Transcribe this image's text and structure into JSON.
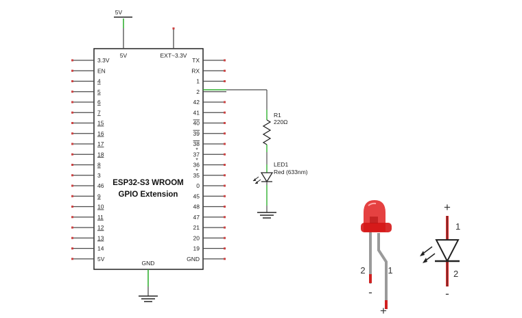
{
  "module": {
    "title_line1": "ESP32-S3 WROOM",
    "title_line2": "GPIO Extension",
    "top_pins": [
      "5V",
      "EXT~3.3V"
    ],
    "bottom_pin": "GND",
    "left_pins": [
      {
        "label": "3.3V",
        "underline": false
      },
      {
        "label": "EN",
        "underline": false
      },
      {
        "label": "4",
        "underline": true
      },
      {
        "label": "5",
        "underline": true
      },
      {
        "label": "6",
        "underline": true
      },
      {
        "label": "7",
        "underline": true
      },
      {
        "label": "15",
        "underline": true
      },
      {
        "label": "16",
        "underline": true
      },
      {
        "label": "17",
        "underline": true
      },
      {
        "label": "18",
        "underline": true
      },
      {
        "label": "8",
        "underline": true
      },
      {
        "label": "3",
        "underline": false
      },
      {
        "label": "46",
        "underline": false
      },
      {
        "label": "9",
        "underline": true
      },
      {
        "label": "10",
        "underline": true
      },
      {
        "label": "11",
        "underline": true
      },
      {
        "label": "12",
        "underline": true
      },
      {
        "label": "13",
        "underline": true
      },
      {
        "label": "14",
        "underline": false
      },
      {
        "label": "5V",
        "underline": false
      }
    ],
    "right_pins": [
      {
        "label": "TX",
        "mark": ""
      },
      {
        "label": "RX",
        "mark": ""
      },
      {
        "label": "1",
        "mark": ""
      },
      {
        "label": "2",
        "mark": ""
      },
      {
        "label": "42",
        "mark": ""
      },
      {
        "label": "41",
        "mark": ""
      },
      {
        "label": "40",
        "mark": "over"
      },
      {
        "label": "39",
        "mark": "over"
      },
      {
        "label": "38",
        "mark": "over"
      },
      {
        "label": "37",
        "mark": "star"
      },
      {
        "label": "36",
        "mark": "star"
      },
      {
        "label": "35",
        "mark": "star"
      },
      {
        "label": "0",
        "mark": ""
      },
      {
        "label": "45",
        "mark": ""
      },
      {
        "label": "48",
        "mark": ""
      },
      {
        "label": "47",
        "mark": ""
      },
      {
        "label": "21",
        "mark": ""
      },
      {
        "label": "20",
        "mark": ""
      },
      {
        "label": "19",
        "mark": ""
      },
      {
        "label": "GND",
        "mark": ""
      }
    ]
  },
  "power": {
    "supply_label": "5V"
  },
  "resistor": {
    "ref": "R1",
    "value": "220Ω"
  },
  "led": {
    "ref": "LED1",
    "value": "Red (633nm)"
  },
  "led_detail": {
    "leg_left": "2",
    "leg_right": "1",
    "minus": "-",
    "plus": "+"
  },
  "diode_symbol": {
    "plus": "+",
    "minus": "-",
    "pin_top": "1",
    "pin_bottom": "2"
  },
  "colors": {
    "wire": "#4a4a4a",
    "pin_tip": "#cc4444",
    "connect": "#22bb22",
    "led_red": "#e02020",
    "lead_gray": "#9a9a9a"
  }
}
